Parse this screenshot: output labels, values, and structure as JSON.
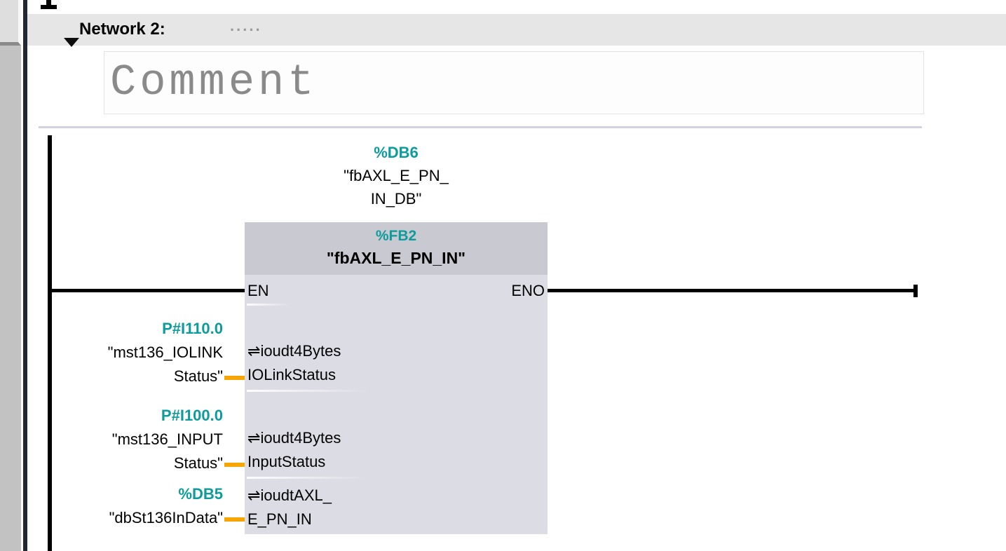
{
  "colors": {
    "accent_teal": "#0d9b9b",
    "wire_orange": "#f7a500",
    "block_title_bg": "#c9c9d2",
    "block_body_bg": "#dcdce4"
  },
  "network": {
    "title": "Network 2:",
    "title_placeholder": ".....",
    "comment_placeholder": "Comment"
  },
  "block": {
    "instance_db": {
      "address": "%DB6",
      "name_line1": "\"fbAXL_E_PN_",
      "name_line2": "IN_DB\""
    },
    "type_address": "%FB2",
    "name": "\"fbAXL_E_PN_IN\"",
    "en_label": "EN",
    "eno_label": "ENO",
    "params": [
      {
        "inout_icon": "⇌",
        "type": "ioudt4Bytes",
        "name": "IOLinkStatus"
      },
      {
        "inout_icon": "⇌",
        "type": "ioudt4Bytes",
        "name": "InputStatus"
      },
      {
        "inout_icon": "⇌",
        "type": "ioudtAXL_",
        "name": "E_PN_IN"
      }
    ]
  },
  "operands": [
    {
      "address": "P#I110.0",
      "line1": "\"mst136_IOLINK",
      "line2": "Status\""
    },
    {
      "address": "P#I100.0",
      "line1": "\"mst136_INPUT",
      "line2": "Status\""
    },
    {
      "address": "%DB5",
      "line1": "\"dbSt136InData\"",
      "line2": ""
    }
  ]
}
